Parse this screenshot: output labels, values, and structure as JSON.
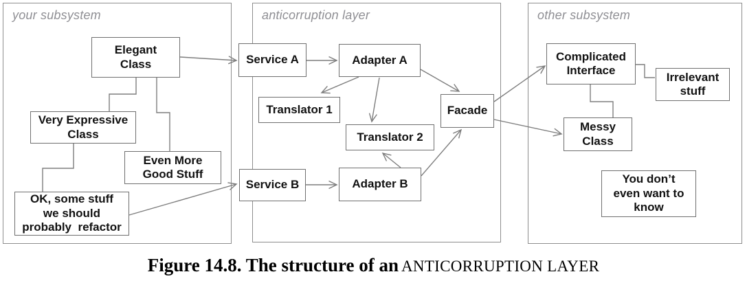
{
  "diagram": {
    "containers": {
      "your_subsystem": {
        "label": "your subsystem"
      },
      "anticorruption_layer": {
        "label": "anticorruption layer"
      },
      "other_subsystem": {
        "label": "other subsystem"
      }
    },
    "nodes": {
      "elegant_class": {
        "label": "Elegant\nClass"
      },
      "very_expressive_class": {
        "label": "Very Expressive\nClass"
      },
      "even_more_good_stuff": {
        "label": "Even More\nGood Stuff"
      },
      "ok_refactor": {
        "label": "OK, some stuff\nwe should\nprobably  refactor"
      },
      "service_a": {
        "label": "Service A"
      },
      "adapter_a": {
        "label": "Adapter A"
      },
      "translator_1": {
        "label": "Translator 1"
      },
      "translator_2": {
        "label": "Translator 2"
      },
      "service_b": {
        "label": "Service B"
      },
      "adapter_b": {
        "label": "Adapter B"
      },
      "facade": {
        "label": "Facade"
      },
      "complicated_interface": {
        "label": "Complicated\nInterface"
      },
      "irrelevant_stuff": {
        "label": "Irrelevant\nstuff"
      },
      "messy_class": {
        "label": "Messy\nClass"
      },
      "you_dont_want_to_know": {
        "label": "You don’t\neven want to\nknow"
      }
    },
    "edges": [
      {
        "from": "elegant_class",
        "to": "service_a",
        "style": "arrow"
      },
      {
        "from": "ok_refactor",
        "to": "service_b",
        "style": "arrow"
      },
      {
        "from": "elegant_class",
        "to": "very_expressive_class",
        "style": "line"
      },
      {
        "from": "elegant_class",
        "to": "even_more_good_stuff",
        "style": "line"
      },
      {
        "from": "very_expressive_class",
        "to": "ok_refactor",
        "style": "line"
      },
      {
        "from": "service_a",
        "to": "adapter_a",
        "style": "arrow"
      },
      {
        "from": "adapter_a",
        "to": "translator_1",
        "style": "arrow"
      },
      {
        "from": "adapter_a",
        "to": "translator_2",
        "style": "arrow"
      },
      {
        "from": "adapter_a",
        "to": "facade",
        "style": "arrow"
      },
      {
        "from": "service_b",
        "to": "adapter_b",
        "style": "arrow"
      },
      {
        "from": "adapter_b",
        "to": "translator_2",
        "style": "arrow"
      },
      {
        "from": "adapter_b",
        "to": "facade",
        "style": "arrow"
      },
      {
        "from": "facade",
        "to": "complicated_interface",
        "style": "arrow"
      },
      {
        "from": "facade",
        "to": "messy_class",
        "style": "arrow"
      },
      {
        "from": "complicated_interface",
        "to": "irrelevant_stuff",
        "style": "line"
      },
      {
        "from": "complicated_interface",
        "to": "messy_class",
        "style": "line"
      }
    ]
  },
  "caption": {
    "main": "Figure 14.8. The structure of an",
    "small_caps": "ANTICORRUPTION LAYER"
  },
  "colors": {
    "background": "#ffffff",
    "container_border": "#8d8d8d",
    "node_border": "#6e6e6e",
    "connector": "#7d7d7d",
    "container_label": "#8f8f94",
    "text": "#111111"
  }
}
